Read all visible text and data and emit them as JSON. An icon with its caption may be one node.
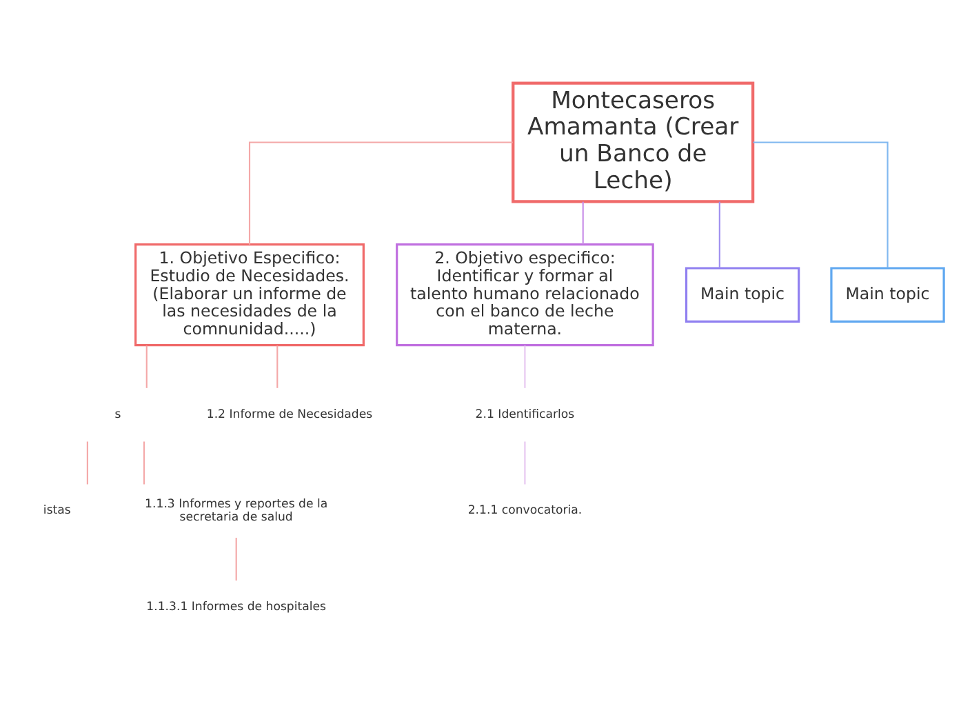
{
  "diagram": {
    "nodes": [
      {
        "text": [
          "Montecaseros Amamanta (Crear un Banco de Leche)"
        ]
      },
      {
        "text": [
          "1. Objetivo Especifico: Estudio de Necesidades. (Elaborar un informe de las necesidades de la comnunidad.....)"
        ]
      },
      {
        "text": [
          "2. Objetivo especifico: Identificar y formar al talento humano relacionado con el banco de leche materna."
        ]
      },
      {
        "text": [
          "Main topic"
        ]
      },
      {
        "text": [
          "Main topic"
        ]
      },
      {
        "text": [
          "s"
        ]
      },
      {
        "text": [
          "1.2 Informe de Necesidades"
        ]
      },
      {
        "text": [
          "istas"
        ]
      },
      {
        "text": [
          "1.1.3 Informes y reportes de la secretaria de salud"
        ]
      },
      {
        "text": [
          "1.1.3.1 Informes de hospitales"
        ]
      },
      {
        "text": [
          "2.1 Identificarlos"
        ]
      },
      {
        "text": [
          "2.1.1 convocatoria."
        ]
      }
    ],
    "edges": [
      {
        "from": 0,
        "to": 1,
        "arrow": "none"
      },
      {
        "from": 0,
        "to": 2,
        "arrow": "none",
        "color": "#c88ee8"
      },
      {
        "from": 0,
        "to": 3,
        "arrow": "none",
        "color": "#9f8ff0"
      },
      {
        "from": 0,
        "to": 4,
        "arrow": "none",
        "color": "#80b8f0"
      },
      {
        "from": 1,
        "to": 5,
        "arrow": "none"
      },
      {
        "from": 1,
        "to": 6,
        "arrow": "none"
      },
      {
        "from": 5,
        "to": 7,
        "arrow": "none"
      },
      {
        "from": 5,
        "to": 8,
        "arrow": "none"
      },
      {
        "from": 8,
        "to": 9,
        "arrow": "none"
      },
      {
        "from": 2,
        "to": 10,
        "arrow": "none",
        "color": "#e6c6f0"
      },
      {
        "from": 10,
        "to": 11,
        "arrow": "none",
        "color": "#e6c6f0"
      }
    ]
  }
}
